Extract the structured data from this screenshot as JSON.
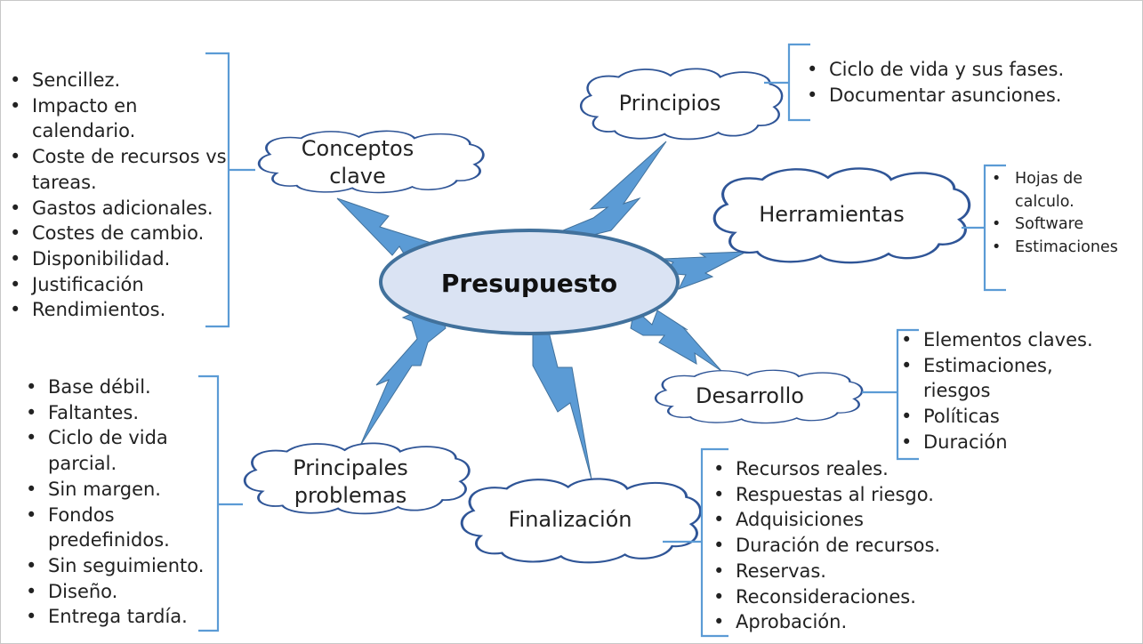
{
  "center": {
    "label": "Presupuesto"
  },
  "nodes": {
    "conceptos": {
      "label": "Conceptos clave"
    },
    "principios": {
      "label": "Principios"
    },
    "herramientas": {
      "label": "Herramientas"
    },
    "desarrollo": {
      "label": "Desarrollo"
    },
    "finalizacion": {
      "label": "Finalización"
    },
    "problemas": {
      "label": "Principales problemas"
    }
  },
  "lists": {
    "conceptos": [
      "Sencillez.",
      "Impacto en calendario.",
      "Coste de recursos vs tareas.",
      "Gastos adicionales.",
      "Costes de cambio.",
      "Disponibilidad.",
      "Justificación",
      "Rendimientos."
    ],
    "principios": [
      "Ciclo de vida y sus fases.",
      "Documentar asunciones."
    ],
    "herramientas": [
      "Hojas de calculo.",
      "Software",
      "Estimaciones"
    ],
    "desarrollo": [
      "Elementos claves.",
      "Estimaciones, riesgos",
      "Políticas",
      "Duración"
    ],
    "finalizacion": [
      "Recursos reales.",
      "Respuestas al riesgo.",
      "Adquisiciones",
      "Duración de recursos.",
      "Reservas.",
      "Reconsideraciones.",
      "Aprobación."
    ],
    "problemas": [
      "Base débil.",
      "Faltantes.",
      "Ciclo de vida parcial.",
      "Sin margen.",
      "Fondos predefinidos.",
      "Sin seguimiento.",
      "Diseño.",
      "Entrega tardía."
    ]
  },
  "colors": {
    "bolt_fill": "#5b9bd5",
    "bolt_stroke": "#41719c",
    "cloud_stroke": "#2f5597",
    "center_fill": "#dae3f3",
    "center_stroke": "#41719c",
    "bracket": "#5b9bd5"
  }
}
